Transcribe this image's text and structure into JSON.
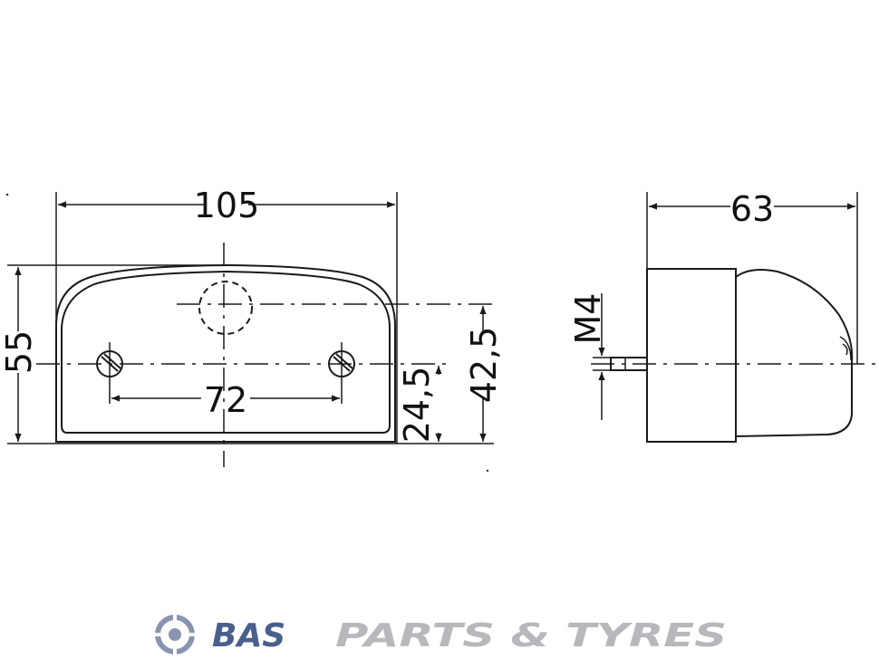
{
  "front_view": {
    "width_label": "105",
    "height_label": "55",
    "hole_spacing_label": "72",
    "center_height_label": "42,5",
    "hole_height_label": "24,5"
  },
  "side_view": {
    "depth_label": "63",
    "thread_label": "M4"
  },
  "watermark": {
    "brand": "BAS",
    "tagline": "PARTS & TYRES",
    "colors": {
      "brand": "#4a5f8c",
      "tagline": "#b8b8bc",
      "logo": "#8a94b0"
    }
  }
}
